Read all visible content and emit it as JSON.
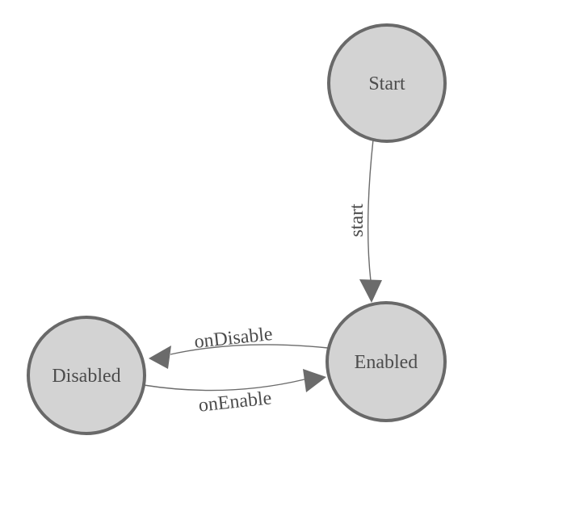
{
  "diagram": {
    "type": "state-machine",
    "nodes": [
      {
        "id": "start",
        "label": "Start"
      },
      {
        "id": "enabled",
        "label": "Enabled"
      },
      {
        "id": "disabled",
        "label": "Disabled"
      }
    ],
    "edges": [
      {
        "from": "Start",
        "to": "Enabled",
        "label": "start"
      },
      {
        "from": "Enabled",
        "to": "Disabled",
        "label": "onDisable"
      },
      {
        "from": "Disabled",
        "to": "Enabled",
        "label": "onEnable"
      }
    ],
    "colors": {
      "node_fill": "#d3d3d3",
      "node_border": "#696969",
      "edge_line": "#6b6b6b",
      "label_text": "#4c4c4c",
      "background": "#ffffff"
    }
  }
}
